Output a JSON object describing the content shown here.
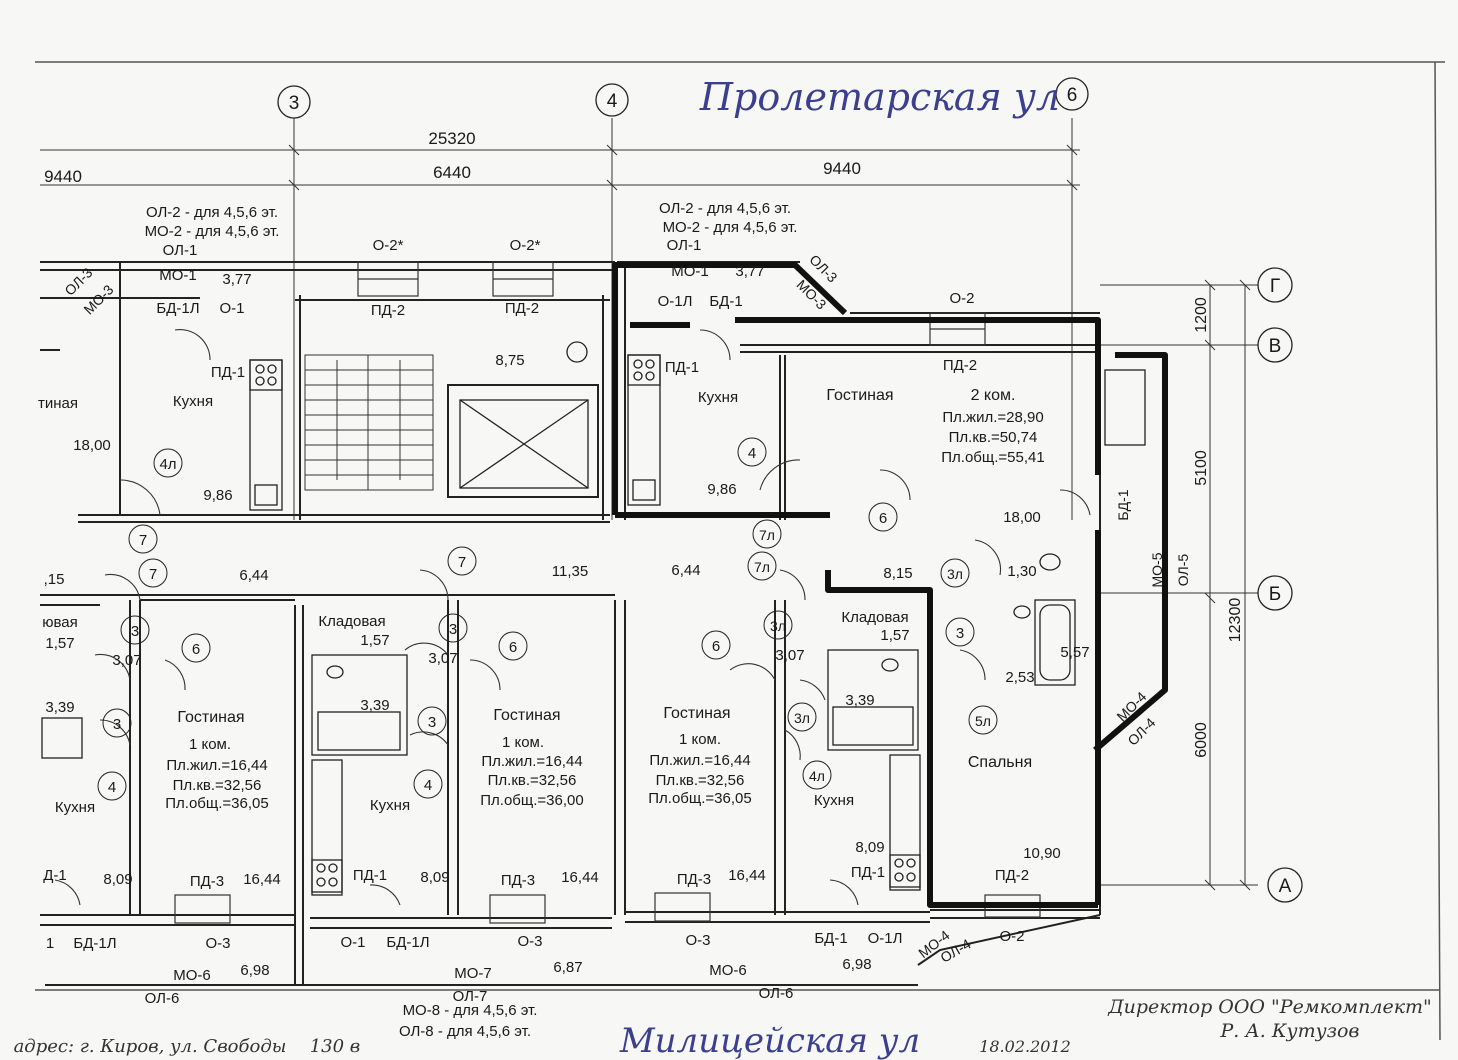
{
  "handwritten": {
    "street_top": "Пролетарская ул",
    "street_bottom": "Милицейская ул",
    "address": "адрес: г. Киров, ул. Свободы",
    "house_number": "130 в",
    "date": "18.02.2012",
    "signature_line1": "Директор ООО \"Ремкомплект\"",
    "signature_line2": "Р. А. Кутузов"
  },
  "axes": [
    {
      "id": "3",
      "label": "3"
    },
    {
      "id": "4",
      "label": "4"
    },
    {
      "id": "6",
      "label": "6"
    },
    {
      "id": "G",
      "label": "Г"
    },
    {
      "id": "V",
      "label": "В"
    },
    {
      "id": "B",
      "label": "Б"
    },
    {
      "id": "A",
      "label": "А"
    }
  ],
  "dimensions": {
    "total": "25320",
    "left": "9440",
    "middle": "6440",
    "right": "9440",
    "v1200": "1200",
    "v5100": "5100",
    "v6000": "6000",
    "v12300": "12300"
  },
  "notes": {
    "left_ol2": "ОЛ-2 - для 4,5,6 эт.",
    "left_mo2": "МО-2 - для 4,5,6 эт.",
    "right_ol2": "ОЛ-2 - для 4,5,6 эт.",
    "right_mo2": "МО-2 - для 4,5,6 эт.",
    "bottom_mo8": "МО-8 - для 4,5,6 эт.",
    "bottom_ol8": "ОЛ-8 - для 4,5,6 эт."
  },
  "apartments": {
    "apt2": {
      "name": "Гостиная",
      "rooms": "2 ком.",
      "living": "Пл.жил.=28,90",
      "flat": "Пл.кв.=50,74",
      "total": "Пл.общ.=55,41"
    },
    "apt1a": {
      "name": "Гостиная",
      "rooms": "1 ком.",
      "living": "Пл.жил.=16,44",
      "flat": "Пл.кв.=32,56",
      "total": "Пл.общ.=36,05"
    },
    "apt1b": {
      "name": "Гостиная",
      "rooms": "1 ком.",
      "living": "Пл.жил.=16,44",
      "flat": "Пл.кв.=32,56",
      "total": "Пл.общ.=36,00"
    },
    "apt1c": {
      "name": "Гостиная",
      "rooms": "1 ком.",
      "living": "Пл.жил.=16,44",
      "flat": "Пл.кв.=32,56",
      "total": "Пл.общ.=36,05"
    }
  },
  "rooms": {
    "kitchen": "Кухня",
    "storage": "Кладовая",
    "bedroom": "Спальня",
    "living_partial": "тиная"
  },
  "areas": {
    "a377": "3,77",
    "a875": "8,75",
    "a1800": "18,00",
    "a986": "9,86",
    "a644": "6,44",
    "a1135": "11,35",
    "a815": "8,15",
    "a130": "1,30",
    "a157": "1,57",
    "a307": "3,07",
    "a339": "3,39",
    "a253": "2,53",
    "a557": "5,57",
    "a1644": "16,44",
    "a809": "8,09",
    "a1090": "10,90",
    "a698": "6,98",
    "a687": "6,87",
    "a15": ",15"
  },
  "marks": {
    "o1": "О-1",
    "o1l": "О-1Л",
    "o2": "О-2",
    "o2s": "О-2*",
    "o3": "О-3",
    "ol1": "ОЛ-1",
    "ol3": "ОЛ-3",
    "ol4": "ОЛ-4",
    "ol5": "ОЛ-5",
    "ol6": "ОЛ-6",
    "ol7": "ОЛ-7",
    "mo1": "МО-1",
    "mo3": "МО-3",
    "mo4": "МО-4",
    "mo5": "МО-5",
    "mo6": "МО-6",
    "mo7": "МО-7",
    "bd1": "БД-1",
    "bd1l": "БД-1Л",
    "pd1": "ПД-1",
    "pd2": "ПД-2",
    "pd3": "ПД-3",
    "d1": "Д-1"
  },
  "room_numbers": {
    "n3": "3",
    "n3l": "3л",
    "n4": "4",
    "n4l": "4л",
    "n5l": "5л",
    "n6": "6",
    "n7": "7",
    "n7l": "7л",
    "one": "1"
  }
}
